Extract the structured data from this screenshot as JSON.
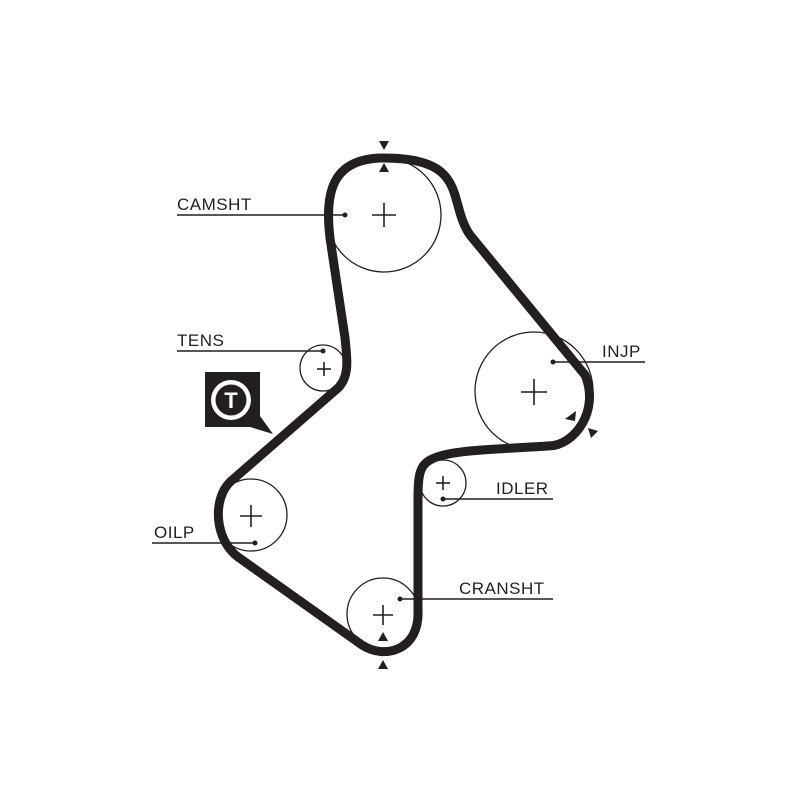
{
  "labels": {
    "camshaft": "CAMSHT",
    "tensioner": "TENS",
    "injection_pump": "INJP",
    "idler": "IDLER",
    "oil_pump": "OILP",
    "crankshaft": "CRANSHT"
  },
  "badge": {
    "letter": "T"
  },
  "colors": {
    "ink": "#231f20",
    "background": "#ffffff"
  },
  "icons": [
    "tension-tool-icon",
    "timing-mark-icon"
  ]
}
